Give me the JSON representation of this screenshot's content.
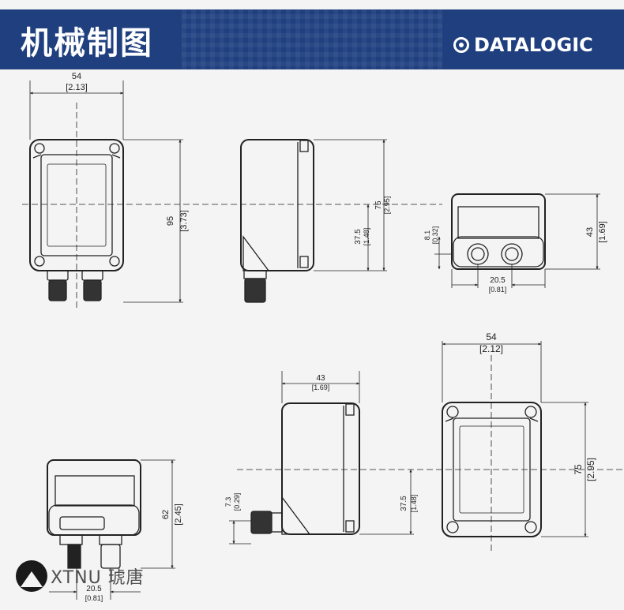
{
  "header": {
    "title": "机械制图",
    "brand": "DATALOGIC",
    "colors": {
      "band": "#1f3f7f",
      "text": "#ffffff"
    }
  },
  "watermark": {
    "text": "XTNU 琥唐",
    "icon": "mountain-circle-icon"
  },
  "dimensions": {
    "top_front_width": "54",
    "top_front_width_in": "[2.13]",
    "top_front_height": "95",
    "top_front_height_in": "[3.73]",
    "top_side_height": "75",
    "top_side_height_in": "[2.95]",
    "top_side_offset": "37.5",
    "top_side_offset_in": "[1.48]",
    "top_back_offset": "8.1",
    "top_back_offset_in": "[0.32]",
    "top_back_height": "43",
    "top_back_height_in": "[1.69]",
    "top_back_spacing": "20.5",
    "top_back_spacing_in": "[0.81]",
    "bottom_side_width": "43",
    "bottom_side_width_in": "[1.69]",
    "bottom_side_small": "7.3",
    "bottom_side_small_in": "[0.29]",
    "bottom_side_offset": "37.5",
    "bottom_side_offset_in": "[1.48]",
    "bottom_front_width": "54",
    "bottom_front_width_in": "[2.12]",
    "bottom_front_height": "75",
    "bottom_front_height_in": "[2.95]",
    "bottom_back_height": "62",
    "bottom_back_height_in": "[2.45]",
    "bottom_back_spacing": "20.5",
    "bottom_back_spacing_in": "[0.81]"
  }
}
